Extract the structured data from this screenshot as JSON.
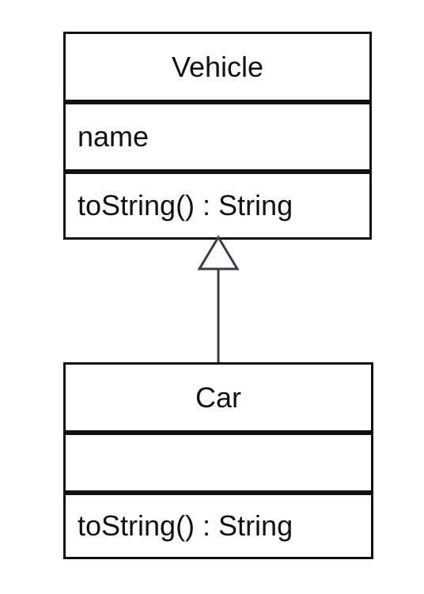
{
  "diagram": {
    "classes": [
      {
        "id": "vehicle",
        "name": "Vehicle",
        "attributes": [
          "name"
        ],
        "operations": [
          "toString() : String"
        ]
      },
      {
        "id": "car",
        "name": "Car",
        "attributes": [],
        "operations": [
          "toString() : String"
        ]
      }
    ],
    "relationships": [
      {
        "type": "generalization",
        "from": "Car",
        "to": "Vehicle"
      }
    ],
    "colors": {
      "border": "#111111",
      "arrow": "#3a3a4a",
      "background": "#ffffff"
    }
  }
}
